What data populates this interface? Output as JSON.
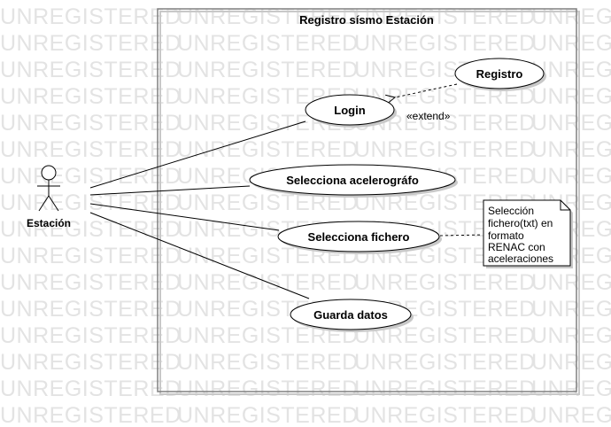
{
  "diagram": {
    "watermark": "UNREGISTERED",
    "system": {
      "title": "Registro sísmo Estación"
    },
    "actor": {
      "name": "Estación"
    },
    "use_cases": {
      "registro": "Registro",
      "login": "Login",
      "acelerografo": "Selecciona acelerográfo",
      "fichero": "Selecciona fichero",
      "guarda": "Guarda datos"
    },
    "extend_label": "«extend»",
    "note": {
      "lines": [
        "Selección",
        "fichero(txt) en",
        "formato",
        "RENAC con",
        "aceleraciones"
      ]
    },
    "colors": {
      "border": "#000000",
      "system_border": "#808080",
      "shadow": "#c8c8c8",
      "watermark": "#e3e3e3"
    }
  }
}
